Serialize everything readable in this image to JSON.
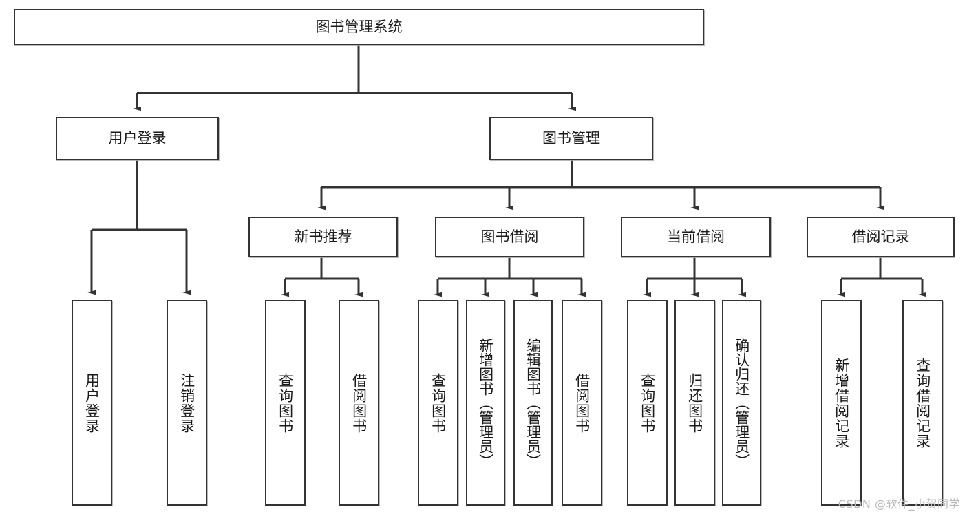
{
  "diagram": {
    "title": "图书管理系统",
    "type": "tree-hierarchy-diagram",
    "colors": {
      "box_border": "#333333",
      "box_fill": "#FFFFFF",
      "edge": "#333333",
      "text": "#1A1A1A",
      "watermark": "#B9B9B9",
      "background": "#FFFFFF"
    },
    "root": {
      "label": "图书管理系统"
    },
    "level2": [
      {
        "label": "用户登录"
      },
      {
        "label": "图书管理"
      }
    ],
    "level3": [
      {
        "label": "新书推荐"
      },
      {
        "label": "图书借阅"
      },
      {
        "label": "当前借阅"
      },
      {
        "label": "借阅记录"
      }
    ],
    "leaves": {
      "user_login": [
        {
          "label": "用户登录"
        },
        {
          "label": "注销登录"
        }
      ],
      "new_book_recommend": [
        {
          "label": "查询图书"
        },
        {
          "label": "借阅图书"
        }
      ],
      "book_borrow": [
        {
          "label": "查询图书"
        },
        {
          "label": "新增图书（管理员）"
        },
        {
          "label": "编辑图书（管理员）"
        },
        {
          "label": "借阅图书"
        }
      ],
      "current_borrow": [
        {
          "label": "查询图书"
        },
        {
          "label": "归还图书"
        },
        {
          "label": "确认归还（管理员）"
        }
      ],
      "borrow_record": [
        {
          "label": "新增借阅记录"
        },
        {
          "label": "查询借阅记录"
        }
      ]
    }
  },
  "watermark": {
    "text": "CSDN @软件_小贺同学"
  }
}
